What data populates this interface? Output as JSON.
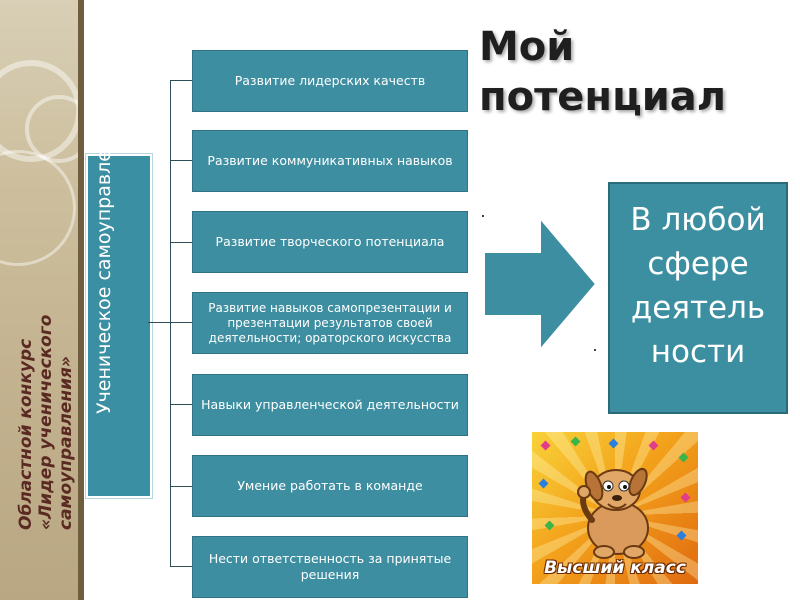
{
  "title": {
    "line1": "Мой",
    "line2": "потенциал"
  },
  "contest": {
    "line1": "Областной конкурс",
    "line2": "«Лидер ученического",
    "line3": "самоуправления»"
  },
  "self_government": "Ученическое самоуправление",
  "boxes": [
    "Развитие лидерских качеств",
    "Развитие коммуникативных навыков",
    "Развитие творческого потенциала",
    "Развитие навыков самопрезентации и презентации результатов своей деятельности; ораторского искусства",
    "Навыки управленческой деятельности",
    "Умение работать в команде",
    "Нести ответственность за принятые решения"
  ],
  "result": {
    "line1": "В любой",
    "line2": "сфере",
    "line3": "деятель",
    "line4": "ности"
  },
  "picture": {
    "caption": "Высший класс",
    "icon": "cartoon-dog-icon"
  },
  "colors": {
    "box": "#3d8ea0",
    "title": "#1f1f1f",
    "contest": "#5a2a22"
  }
}
